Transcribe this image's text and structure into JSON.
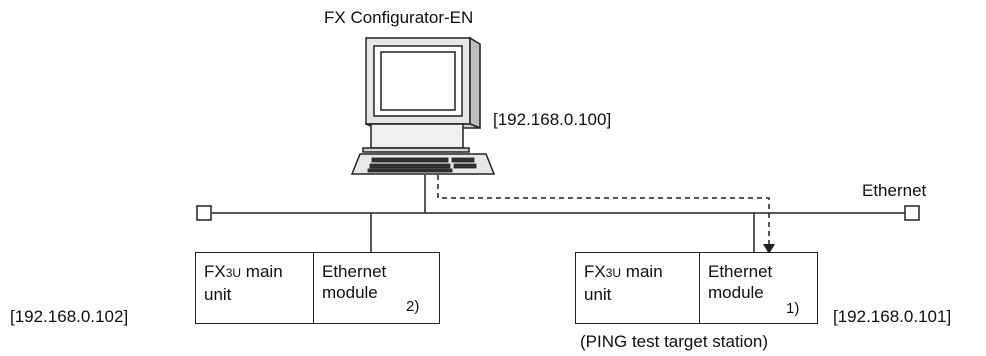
{
  "pc": {
    "software_label": "FX Configurator-EN",
    "ip": "[192.168.0.100]"
  },
  "network": {
    "label": "Ethernet"
  },
  "stations": [
    {
      "main_unit_prefix": "FX",
      "main_unit_sub": "3U",
      "main_unit_suffix": " main",
      "main_unit_line2": "unit",
      "module_line1": "Ethernet",
      "module_line2": "module",
      "module_number": "2)",
      "ip": "[192.168.0.102]"
    },
    {
      "main_unit_prefix": "FX",
      "main_unit_sub": "3U",
      "main_unit_suffix": " main",
      "main_unit_line2": "unit",
      "module_line1": "Ethernet",
      "module_line2": "module",
      "module_number": "1)",
      "ip": "[192.168.0.101]",
      "note": "(PING test target station)"
    }
  ]
}
